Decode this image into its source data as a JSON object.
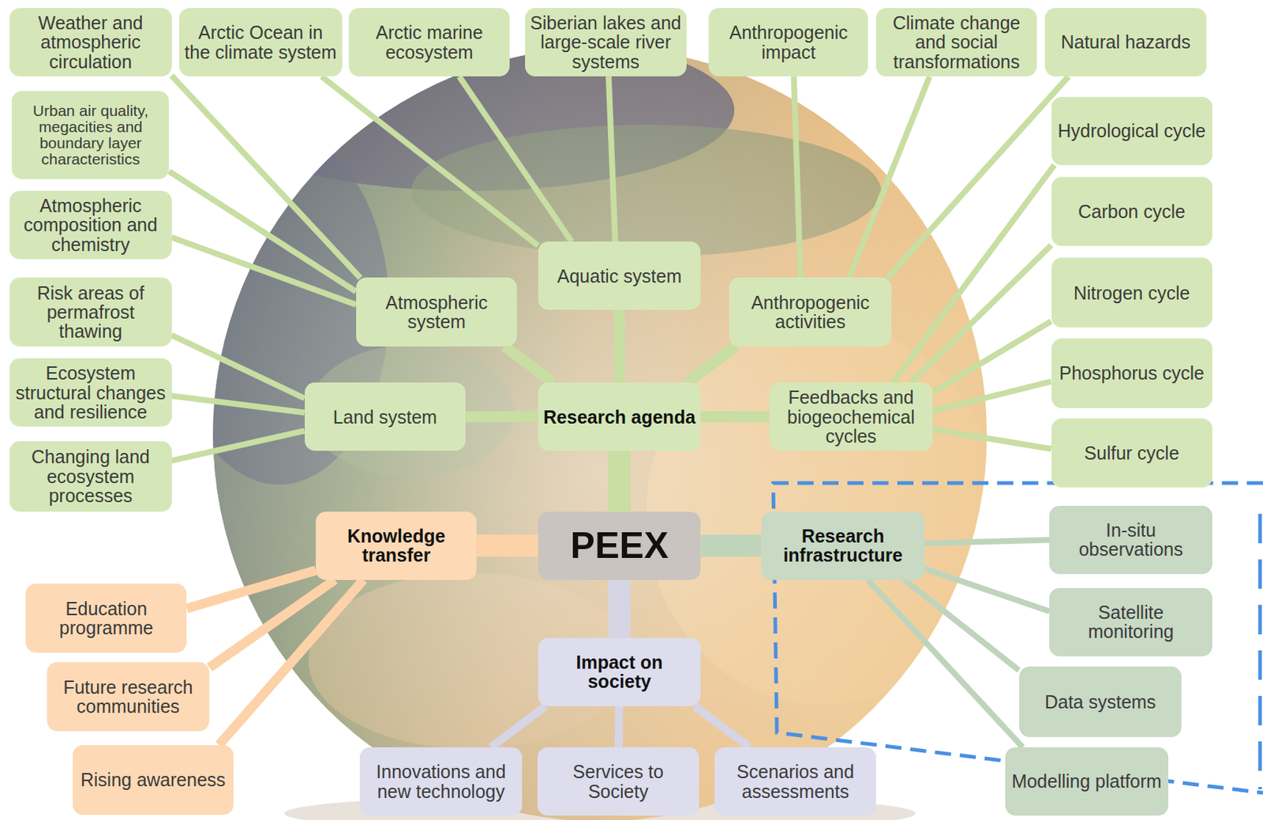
{
  "diagram": {
    "nodes": [
      {
        "text": [
          "Weather and atmospheric circulation"
        ]
      },
      {
        "text": [
          "Arctic Ocean in the climate system"
        ]
      },
      {
        "text": [
          "Arctic marine ecosystem"
        ]
      },
      {
        "text": [
          "Siberian lakes and large-scale river systems"
        ]
      },
      {
        "text": [
          "Anthropogenic impact"
        ]
      },
      {
        "text": [
          "Climate change and social transformations"
        ]
      },
      {
        "text": [
          "Natural hazards"
        ]
      },
      {
        "text": [
          "Urban air quality, megacities and boundary layer characteristics"
        ]
      },
      {
        "text": [
          "Hydrological cycle"
        ]
      },
      {
        "text": [
          "Atmospheric composition and chemistry"
        ]
      },
      {
        "text": [
          "Carbon cycle"
        ]
      },
      {
        "text": [
          "Aquatic system"
        ]
      },
      {
        "text": [
          "Nitrogen cycle"
        ]
      },
      {
        "text": [
          "Risk areas of permafrost thawing"
        ]
      },
      {
        "text": [
          "Atmospheric system"
        ]
      },
      {
        "text": [
          "Anthropogenic activities"
        ]
      },
      {
        "text": [
          "Ecosystem structural changes and resilience"
        ]
      },
      {
        "text": [
          "Phosphorus cycle"
        ]
      },
      {
        "text": [
          "Land system"
        ]
      },
      {
        "text": [
          "Research agenda"
        ]
      },
      {
        "text": [
          "Feedbacks and biogeochemical cycles"
        ]
      },
      {
        "text": [
          "Changing land ecosystem processes"
        ]
      },
      {
        "text": [
          "Sulfur cycle"
        ]
      },
      {
        "text": [
          "Knowledge transfer"
        ]
      },
      {
        "text": [
          "PEEX"
        ]
      },
      {
        "text": [
          "Research infrastructure"
        ]
      },
      {
        "text": [
          "In-situ observations"
        ]
      },
      {
        "text": [
          "Education programme"
        ]
      },
      {
        "text": [
          "Satellite monitoring"
        ]
      },
      {
        "text": [
          "Impact on society"
        ]
      },
      {
        "text": [
          "Future research communities"
        ]
      },
      {
        "text": [
          "Data systems"
        ]
      },
      {
        "text": [
          "Rising awareness"
        ]
      },
      {
        "text": [
          "Innovations and new technology"
        ]
      },
      {
        "text": [
          "Services to Society"
        ]
      },
      {
        "text": [
          "Scenarios and assessments"
        ]
      },
      {
        "text": [
          "Modelling platform"
        ]
      }
    ],
    "edges": [
      {
        "from": 0,
        "to": 14,
        "arrow": "none"
      },
      {
        "from": 1,
        "to": 11,
        "arrow": "none"
      },
      {
        "from": 2,
        "to": 11,
        "arrow": "none"
      },
      {
        "from": 3,
        "to": 11,
        "arrow": "none"
      },
      {
        "from": 4,
        "to": 15,
        "arrow": "none"
      },
      {
        "from": 5,
        "to": 15,
        "arrow": "none"
      },
      {
        "from": 6,
        "to": 15,
        "arrow": "none"
      },
      {
        "from": 7,
        "to": 14,
        "arrow": "none"
      },
      {
        "from": 8,
        "to": 20,
        "arrow": "none"
      },
      {
        "from": 9,
        "to": 14,
        "arrow": "none"
      },
      {
        "from": 10,
        "to": 20,
        "arrow": "none"
      },
      {
        "from": 12,
        "to": 20,
        "arrow": "none"
      },
      {
        "from": 13,
        "to": 18,
        "arrow": "none"
      },
      {
        "from": 16,
        "to": 18,
        "arrow": "none"
      },
      {
        "from": 17,
        "to": 20,
        "arrow": "none"
      },
      {
        "from": 21,
        "to": 18,
        "arrow": "none"
      },
      {
        "from": 22,
        "to": 20,
        "arrow": "none"
      },
      {
        "from": 19,
        "to": 14,
        "arrow": "none"
      },
      {
        "from": 19,
        "to": 11,
        "arrow": "none"
      },
      {
        "from": 19,
        "to": 15,
        "arrow": "none"
      },
      {
        "from": 19,
        "to": 18,
        "arrow": "none"
      },
      {
        "from": 19,
        "to": 20,
        "arrow": "none"
      },
      {
        "from": 24,
        "to": 19,
        "arrow": "none"
      },
      {
        "from": 24,
        "to": 23,
        "arrow": "none"
      },
      {
        "from": 24,
        "to": 25,
        "arrow": "none"
      },
      {
        "from": 24,
        "to": 29,
        "arrow": "none"
      },
      {
        "from": 23,
        "to": 27,
        "arrow": "none"
      },
      {
        "from": 23,
        "to": 30,
        "arrow": "none"
      },
      {
        "from": 23,
        "to": 32,
        "arrow": "none"
      },
      {
        "from": 25,
        "to": 26,
        "arrow": "none"
      },
      {
        "from": 25,
        "to": 28,
        "arrow": "none"
      },
      {
        "from": 25,
        "to": 31,
        "arrow": "none"
      },
      {
        "from": 25,
        "to": 36,
        "arrow": "none"
      },
      {
        "from": 29,
        "to": 33,
        "arrow": "none"
      },
      {
        "from": 29,
        "to": 34,
        "arrow": "none"
      },
      {
        "from": 29,
        "to": 35,
        "arrow": "none"
      }
    ]
  }
}
